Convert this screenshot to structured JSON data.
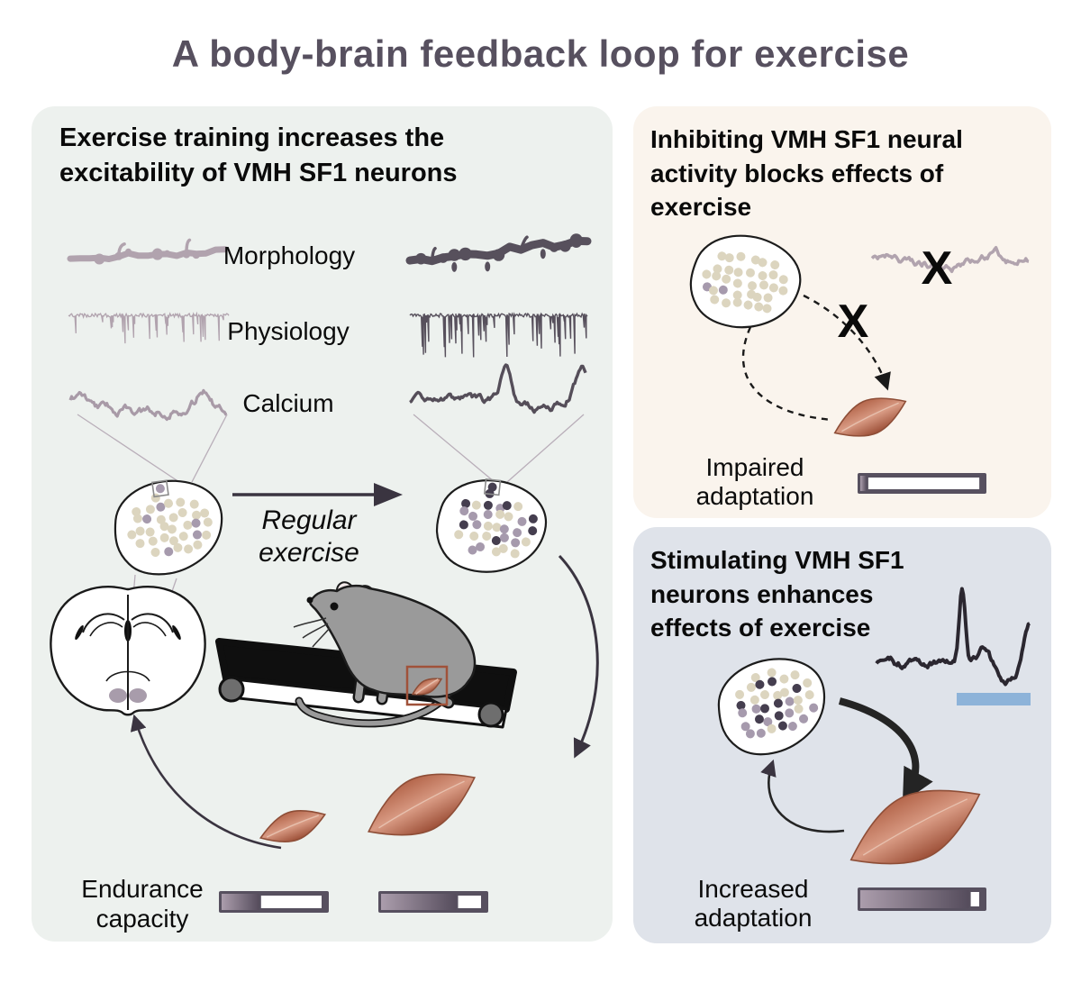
{
  "title": "A body-brain feedback loop for exercise",
  "colors": {
    "title_text": "#57505f",
    "training_panel_bg": "#edf1ee",
    "inhibit_panel_bg": "#faf4ed",
    "stimulate_panel_bg": "#dfe3ea",
    "sedentary_trace": "#b1a3ae",
    "trained_trace": "#57505c",
    "calcium_light": "#a89aa7",
    "calcium_dark": "#554e59",
    "stim_trace": "#2b2730",
    "stim_bar_blue": "#8db3d9",
    "muscle_fill": "#c97f63",
    "meter_frame": "#57505f",
    "dot_beige": "#dcd5bf",
    "dot_light_purple": "#a69aad",
    "dot_dark": "#453e4f"
  },
  "icons": [
    "dendrite-icon",
    "physiology-trace-icon",
    "calcium-trace-icon",
    "neuron-cluster-icon",
    "brain-section-icon",
    "mouse-treadmill-icon",
    "muscle-icon",
    "capacity-meter-icon",
    "stimulation-bar-icon",
    "arrow-icon",
    "dashed-arrow-icon",
    "magnifier-lines-icon"
  ],
  "panels": {
    "training": {
      "header": "Exercise training increases the excitability of VMH SF1 neurons",
      "labels": {
        "morphology": "Morphology",
        "physiology": "Physiology",
        "calcium": "Calcium"
      },
      "regular_exercise": [
        "Regular",
        "exercise"
      ],
      "endurance": [
        "Endurance",
        "capacity"
      ]
    },
    "inhibit": {
      "header": "Inhibiting VMH SF1 neural activity blocks effects of exercise",
      "x_mark": "X",
      "caption": [
        "Impaired",
        "adaptation"
      ]
    },
    "stimulate": {
      "header": "Stimulating VMH SF1 neurons enhances effects of exercise",
      "caption": [
        "Increased",
        "adaptation"
      ]
    }
  },
  "meters": {
    "endurance_sedentary_fill": 0.36,
    "endurance_trained_fill": 0.72,
    "impaired_fill": 0.05,
    "increased_fill": 0.88
  }
}
